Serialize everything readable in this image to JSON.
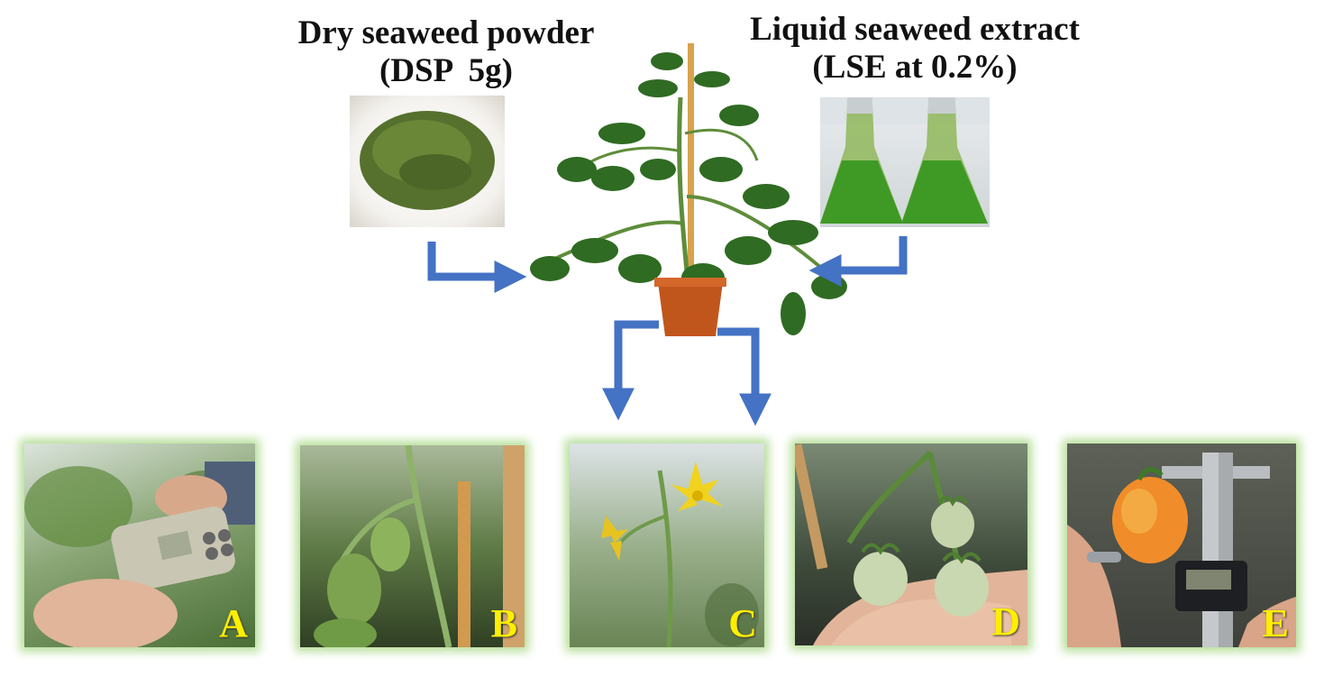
{
  "inputs": {
    "dsp": {
      "title_line1": "Dry seaweed powder",
      "title_line2": "(DSP  5g)"
    },
    "lse": {
      "title_line1": "Liquid seaweed extract",
      "title_line2": "(LSE at 0.2%)"
    }
  },
  "panels": [
    {
      "letter": "A"
    },
    {
      "letter": "B"
    },
    {
      "letter": "C"
    },
    {
      "letter": "D"
    },
    {
      "letter": "E"
    }
  ],
  "colors": {
    "arrow": "#4472c4",
    "panel_letter": "#ffee00",
    "panel_glow": "#b7df9a"
  }
}
